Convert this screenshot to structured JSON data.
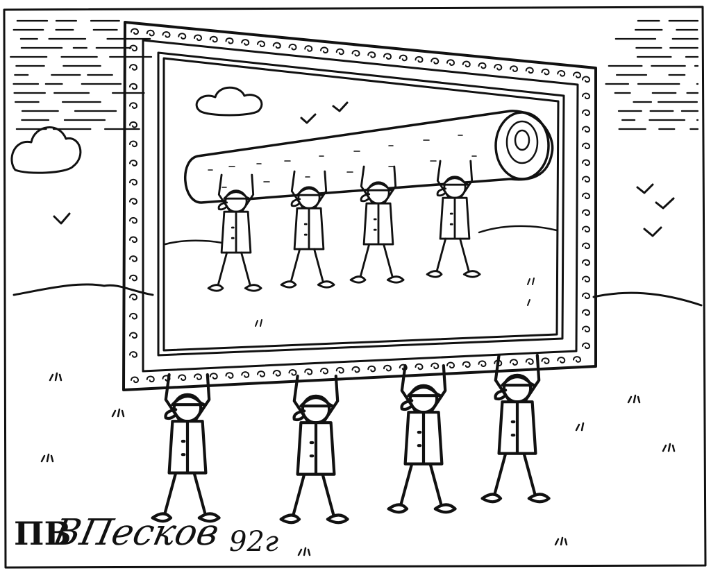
{
  "cartoon": {
    "monogram": "ПВ",
    "signature": "ВПесков",
    "year": "92г"
  },
  "colors": {
    "ink": "#111111",
    "paper": "#ffffff"
  }
}
